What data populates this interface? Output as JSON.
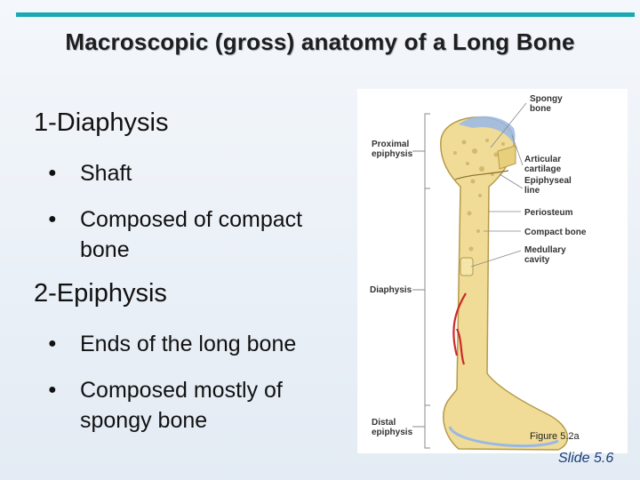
{
  "title": "Macroscopic (gross) anatomy of a Long Bone",
  "bullets": {
    "h1": "1-Diaphysis",
    "shaft": "Shaft",
    "compact_a": "Composed of compact",
    "compact_b": "bone",
    "h2": "2-Epiphysis",
    "ends": "Ends of the long bone",
    "spongy_a": "Composed mostly of",
    "spongy_b": "spongy bone",
    "bullet_symbol": "●"
  },
  "figure": {
    "left_labels": {
      "proximal_a": "Proximal",
      "proximal_b": "epiphysis",
      "diaphysis": "Diaphysis",
      "distal_a": "Distal",
      "distal_b": "epiphysis"
    },
    "right_labels": {
      "spongy_a": "Spongy",
      "spongy_b": "bone",
      "artic_a": "Articular",
      "artic_b": "cartilage",
      "epiphyseal_a": "Epiphyseal",
      "epiphyseal_b": "line",
      "periosteum": "Periosteum",
      "compact": "Compact bone",
      "medullary_a": "Medullary",
      "medullary_b": "cavity"
    },
    "caption": "Figure 5.2a"
  },
  "slide_number": "Slide 5.6",
  "colors": {
    "accent_rule": "#1aa8b4",
    "bone": "#f0dc96",
    "cartilage": "#9ab8e6",
    "vessel": "#cc2a2a"
  }
}
